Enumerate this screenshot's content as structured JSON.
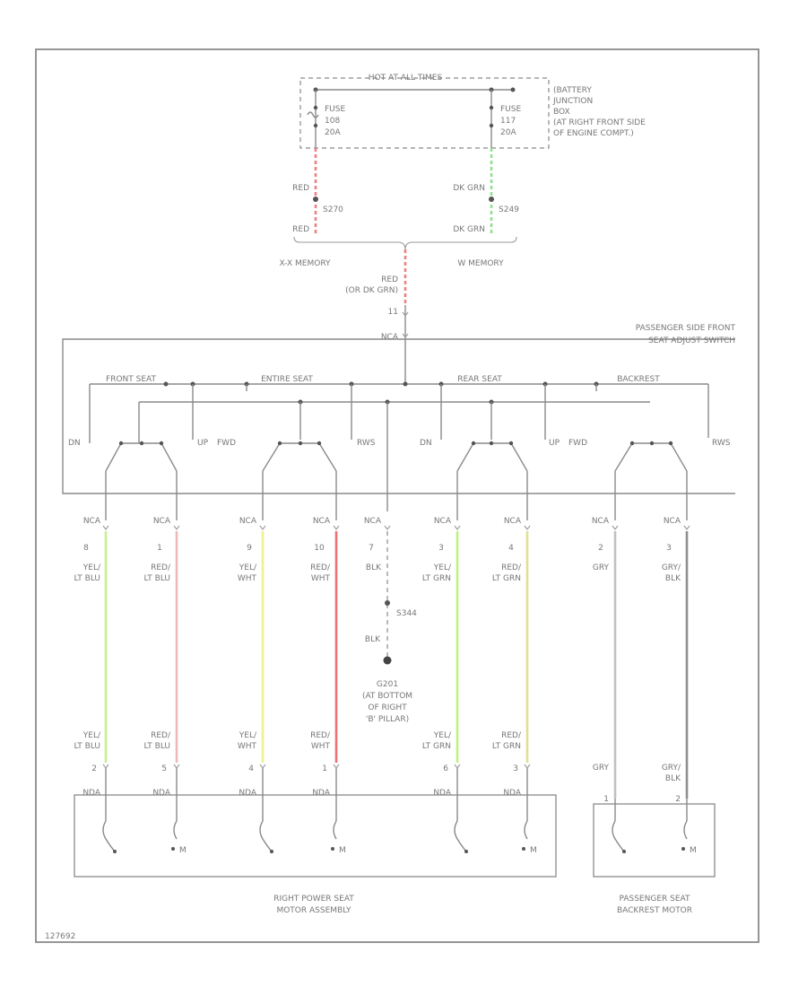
{
  "colors": {
    "red": "#f08080",
    "dk_grn": "#90e090",
    "yel_lt_blu": "#c8f090",
    "red_lt_blu": "#f0b8b8",
    "yel_wht": "#f0f090",
    "red_wht": "#f07070",
    "yel_lt_grn": "#c0f080",
    "red_lt_grn": "#e0e090",
    "gry": "#c0c0c0",
    "gry_blk": "#909090",
    "blk": "#707070"
  },
  "top": {
    "box_title": "HOT AT ALL TIMES",
    "fuse_left": [
      "FUSE",
      "108",
      "20A"
    ],
    "fuse_right": [
      "FUSE",
      "117",
      "20A"
    ],
    "junction_box": [
      "(BATTERY",
      "JUNCTION",
      "BOX",
      "(AT RIGHT FRONT SIDE",
      "OF ENGINE COMPT.)"
    ],
    "left_wire_top": "RED",
    "left_wire_bottom": "RED",
    "left_splice": "S270",
    "right_wire_top": "DK GRN",
    "right_wire_bottom": "DK GRN",
    "right_splice": "S249",
    "left_option": "X-X MEMORY",
    "right_option": "W MEMORY",
    "feed_wire": [
      "RED",
      "(OR DK GRN)"
    ],
    "feed_pin": "11",
    "feed_conn": "NCA"
  },
  "switch": {
    "label": [
      "PASSENGER SIDE FRONT",
      "SEAT ADJUST SWITCH"
    ],
    "groups": [
      "FRONT SEAT",
      "ENTIRE SEAT",
      "REAR SEAT",
      "BACKREST"
    ],
    "dn_label": "DN",
    "up_label": "UP",
    "fwd_label": "FWD",
    "rws_label": "RWS"
  },
  "pins": [
    {
      "conn": "NCA",
      "num": "8",
      "wire": [
        "YEL/",
        "LT BLU"
      ]
    },
    {
      "conn": "NCA",
      "num": "1",
      "wire": [
        "RED/",
        "LT BLU"
      ]
    },
    {
      "conn": "NCA",
      "num": "9",
      "wire": [
        "YEL/",
        "WHT"
      ]
    },
    {
      "conn": "NCA",
      "num": "10",
      "wire": [
        "RED/",
        "WHT"
      ]
    },
    {
      "conn": "NCA",
      "num": "7",
      "wire": [
        "BLK",
        ""
      ]
    },
    {
      "conn": "NCA",
      "num": "3",
      "wire": [
        "YEL/",
        "LT GRN"
      ]
    },
    {
      "conn": "NCA",
      "num": "4",
      "wire": [
        "RED/",
        "LT GRN"
      ]
    },
    {
      "conn": "NCA",
      "num": "2",
      "wire": [
        "GRY",
        ""
      ]
    },
    {
      "conn": "NCA",
      "num": "3",
      "wire": [
        "GRY/",
        "BLK"
      ]
    }
  ],
  "ground": {
    "splice": "S344",
    "wire": "BLK",
    "location": [
      "G201",
      "(AT BOTTOM",
      "OF RIGHT",
      "'B' PILLAR)"
    ]
  },
  "motor_pins": [
    {
      "conn": "NDA",
      "num": "2",
      "wire": [
        "YEL/",
        "LT BLU"
      ]
    },
    {
      "conn": "NDA",
      "num": "5",
      "wire": [
        "RED/",
        "LT BLU"
      ]
    },
    {
      "conn": "NDA",
      "num": "4",
      "wire": [
        "YEL/",
        "WHT"
      ]
    },
    {
      "conn": "NDA",
      "num": "1",
      "wire": [
        "RED/",
        "WHT"
      ]
    },
    {
      "conn": "NDA",
      "num": "6",
      "wire": [
        "YEL/",
        "LT GRN"
      ]
    },
    {
      "conn": "NDA",
      "num": "3",
      "wire": [
        "RED/",
        "LT GRN"
      ]
    },
    {
      "conn": "",
      "num": "1",
      "wire": [
        "GRY",
        ""
      ]
    },
    {
      "conn": "",
      "num": "2",
      "wire": [
        "GRY/",
        "BLK"
      ]
    }
  ],
  "motors": {
    "seat_motor_label": [
      "RIGHT POWER SEAT",
      "MOTOR ASSEMBLY"
    ],
    "backrest_label": [
      "PASSENGER SEAT",
      "BACKREST MOTOR"
    ],
    "motor_mark": "M"
  },
  "footer": "127692"
}
